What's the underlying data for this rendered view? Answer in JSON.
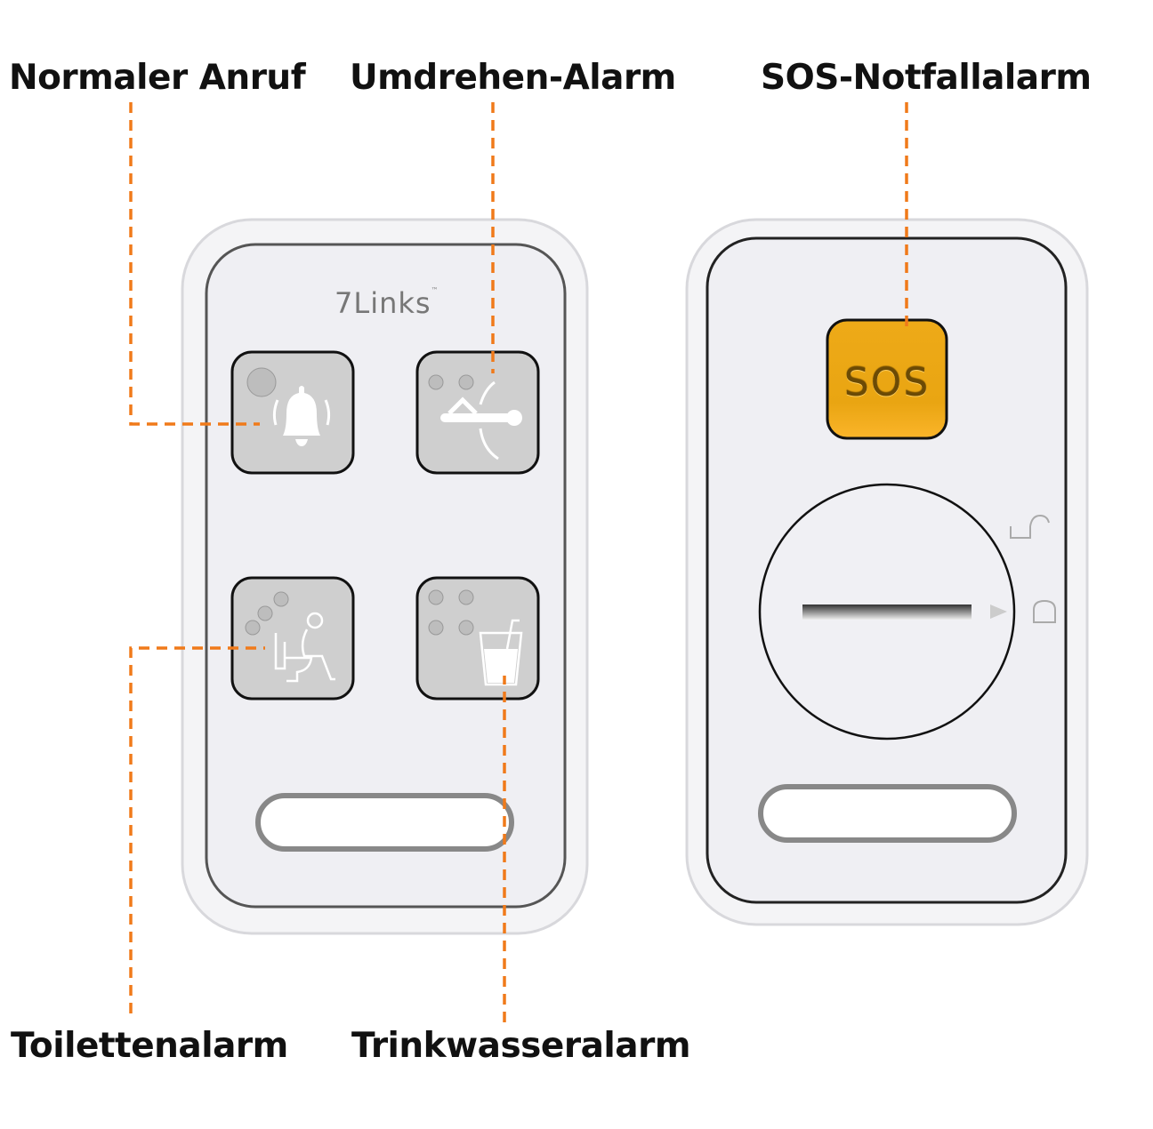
{
  "labels": {
    "normal_call": "Normaler Anruf",
    "turn_alarm": "Umdrehen-Alarm",
    "sos_alarm": "SOS-Notfallalarm",
    "toilet_alarm": "Toilettenalarm",
    "water_alarm": "Trinkwasseralarm"
  },
  "device": {
    "logo": "7Links",
    "logo_tm": "™",
    "sos_button": "SOS"
  },
  "colors": {
    "accent_line": "#f07a1a",
    "sos": "#f2ae18",
    "button_gray": "#cfcfcf"
  }
}
